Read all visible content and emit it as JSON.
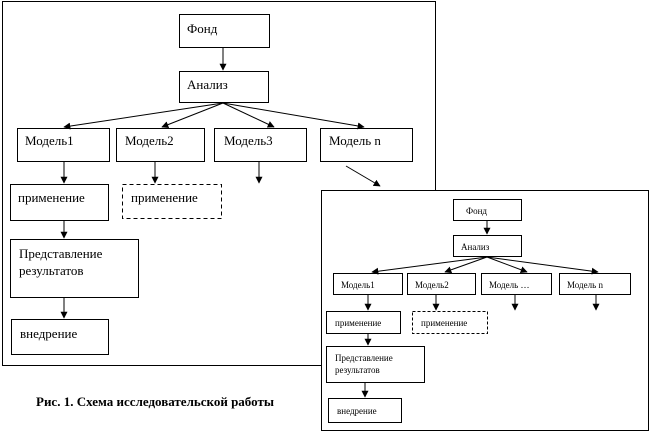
{
  "diagram": {
    "caption": "Рис. 1. Схема исследовательской работы",
    "main": {
      "fund": "Фонд",
      "analysis": "Анализ",
      "models": [
        "Модель1",
        "Модель2",
        "Модель3",
        "Модель n"
      ],
      "application": "применение",
      "application_dashed": "применение",
      "results_line1": "Представление",
      "results_line2": "результатов",
      "implementation": "внедрение"
    },
    "inset": {
      "fund": "Фонд",
      "analysis": "Анализ",
      "models": [
        "Модель1",
        "Модель2",
        "Модель …",
        "Модель n"
      ],
      "application": "применение",
      "application_dashed": "применение",
      "results_line1": "Представление",
      "results_line2": "результатов",
      "implementation": "внедрение"
    }
  }
}
